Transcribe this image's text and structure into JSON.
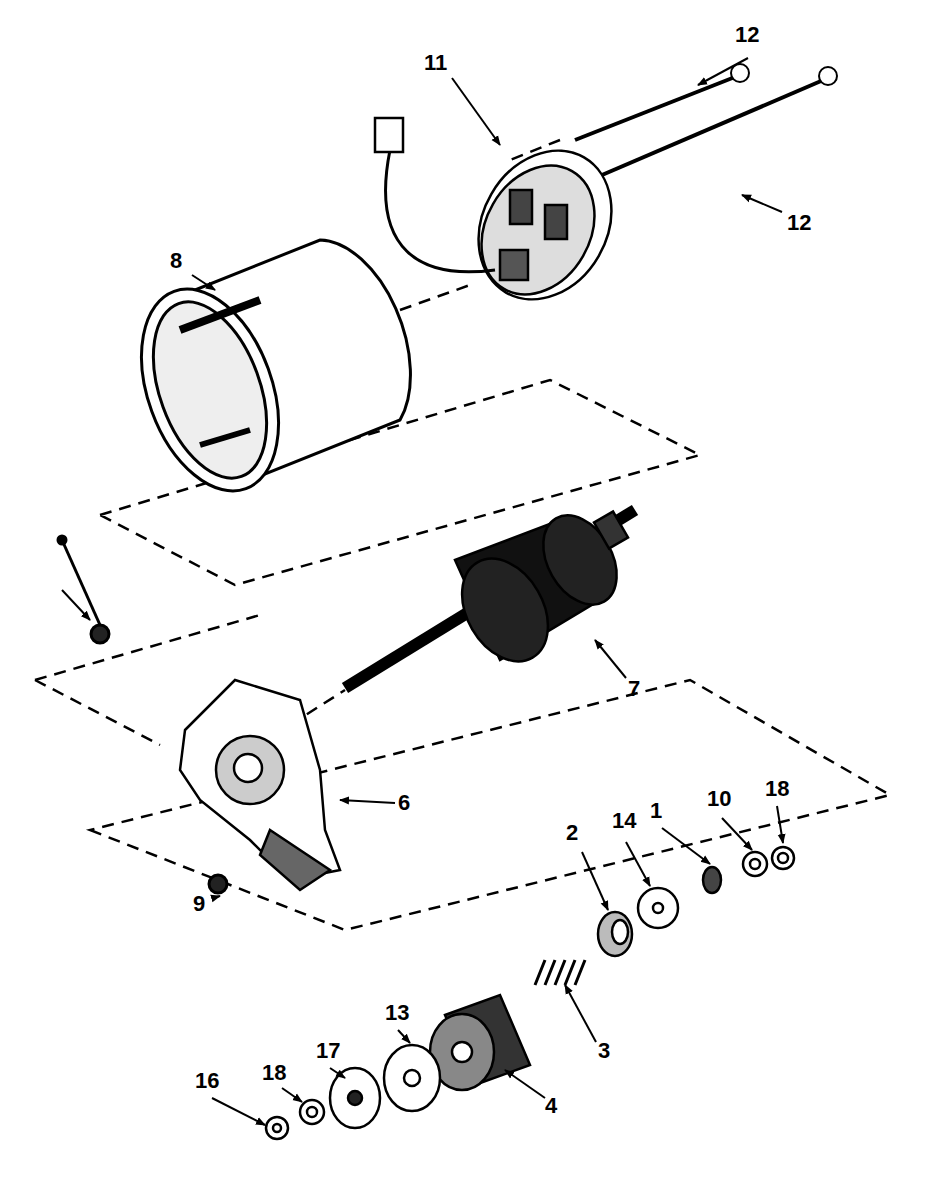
{
  "diagram": {
    "labels": [
      "12",
      "11",
      "12",
      "8",
      "7",
      "18",
      "10",
      "1",
      "14",
      "2",
      "6",
      "9",
      "3",
      "13",
      "17",
      "18",
      "16",
      "4"
    ]
  }
}
